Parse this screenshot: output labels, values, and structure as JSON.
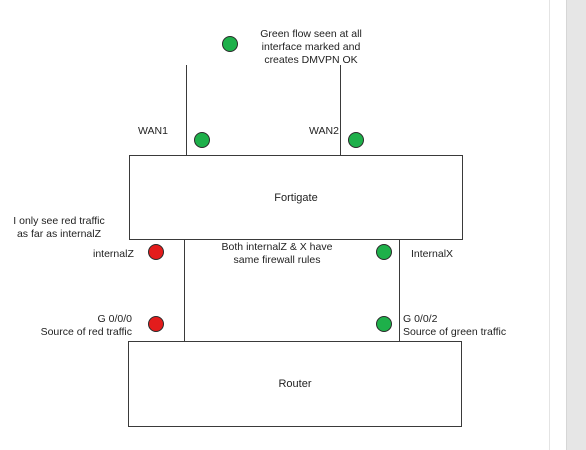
{
  "colors": {
    "green_status": "#1eb04a",
    "red_status": "#e31c1c",
    "line": "#3a3a3a"
  },
  "devices": {
    "fortigate": "Fortigate",
    "router": "Router"
  },
  "interfaces": {
    "wan1": "WAN1",
    "wan2": "WAN2",
    "internal_z": "internalZ",
    "internal_x": "InternalX",
    "g000_name": "G 0/0/0",
    "g000_desc": "Source of red traffic",
    "g002_name": "G 0/0/2",
    "g002_desc": "Source of green traffic"
  },
  "status_dots": [
    {
      "id": "legend",
      "status": "green"
    },
    {
      "id": "wan1",
      "status": "green"
    },
    {
      "id": "wan2",
      "status": "green"
    },
    {
      "id": "internal_z",
      "status": "red"
    },
    {
      "id": "internal_x",
      "status": "green"
    },
    {
      "id": "g000",
      "status": "red"
    },
    {
      "id": "g002",
      "status": "green"
    }
  ],
  "notes": {
    "green_flow_1": "Green flow seen at all",
    "green_flow_2": "interface marked and",
    "green_flow_3": "creates DMVPN OK",
    "red_traffic_1": "I only see red traffic",
    "red_traffic_2": "as far as internalZ",
    "rules_1": "Both internalZ & X have",
    "rules_2": "same firewall rules"
  }
}
